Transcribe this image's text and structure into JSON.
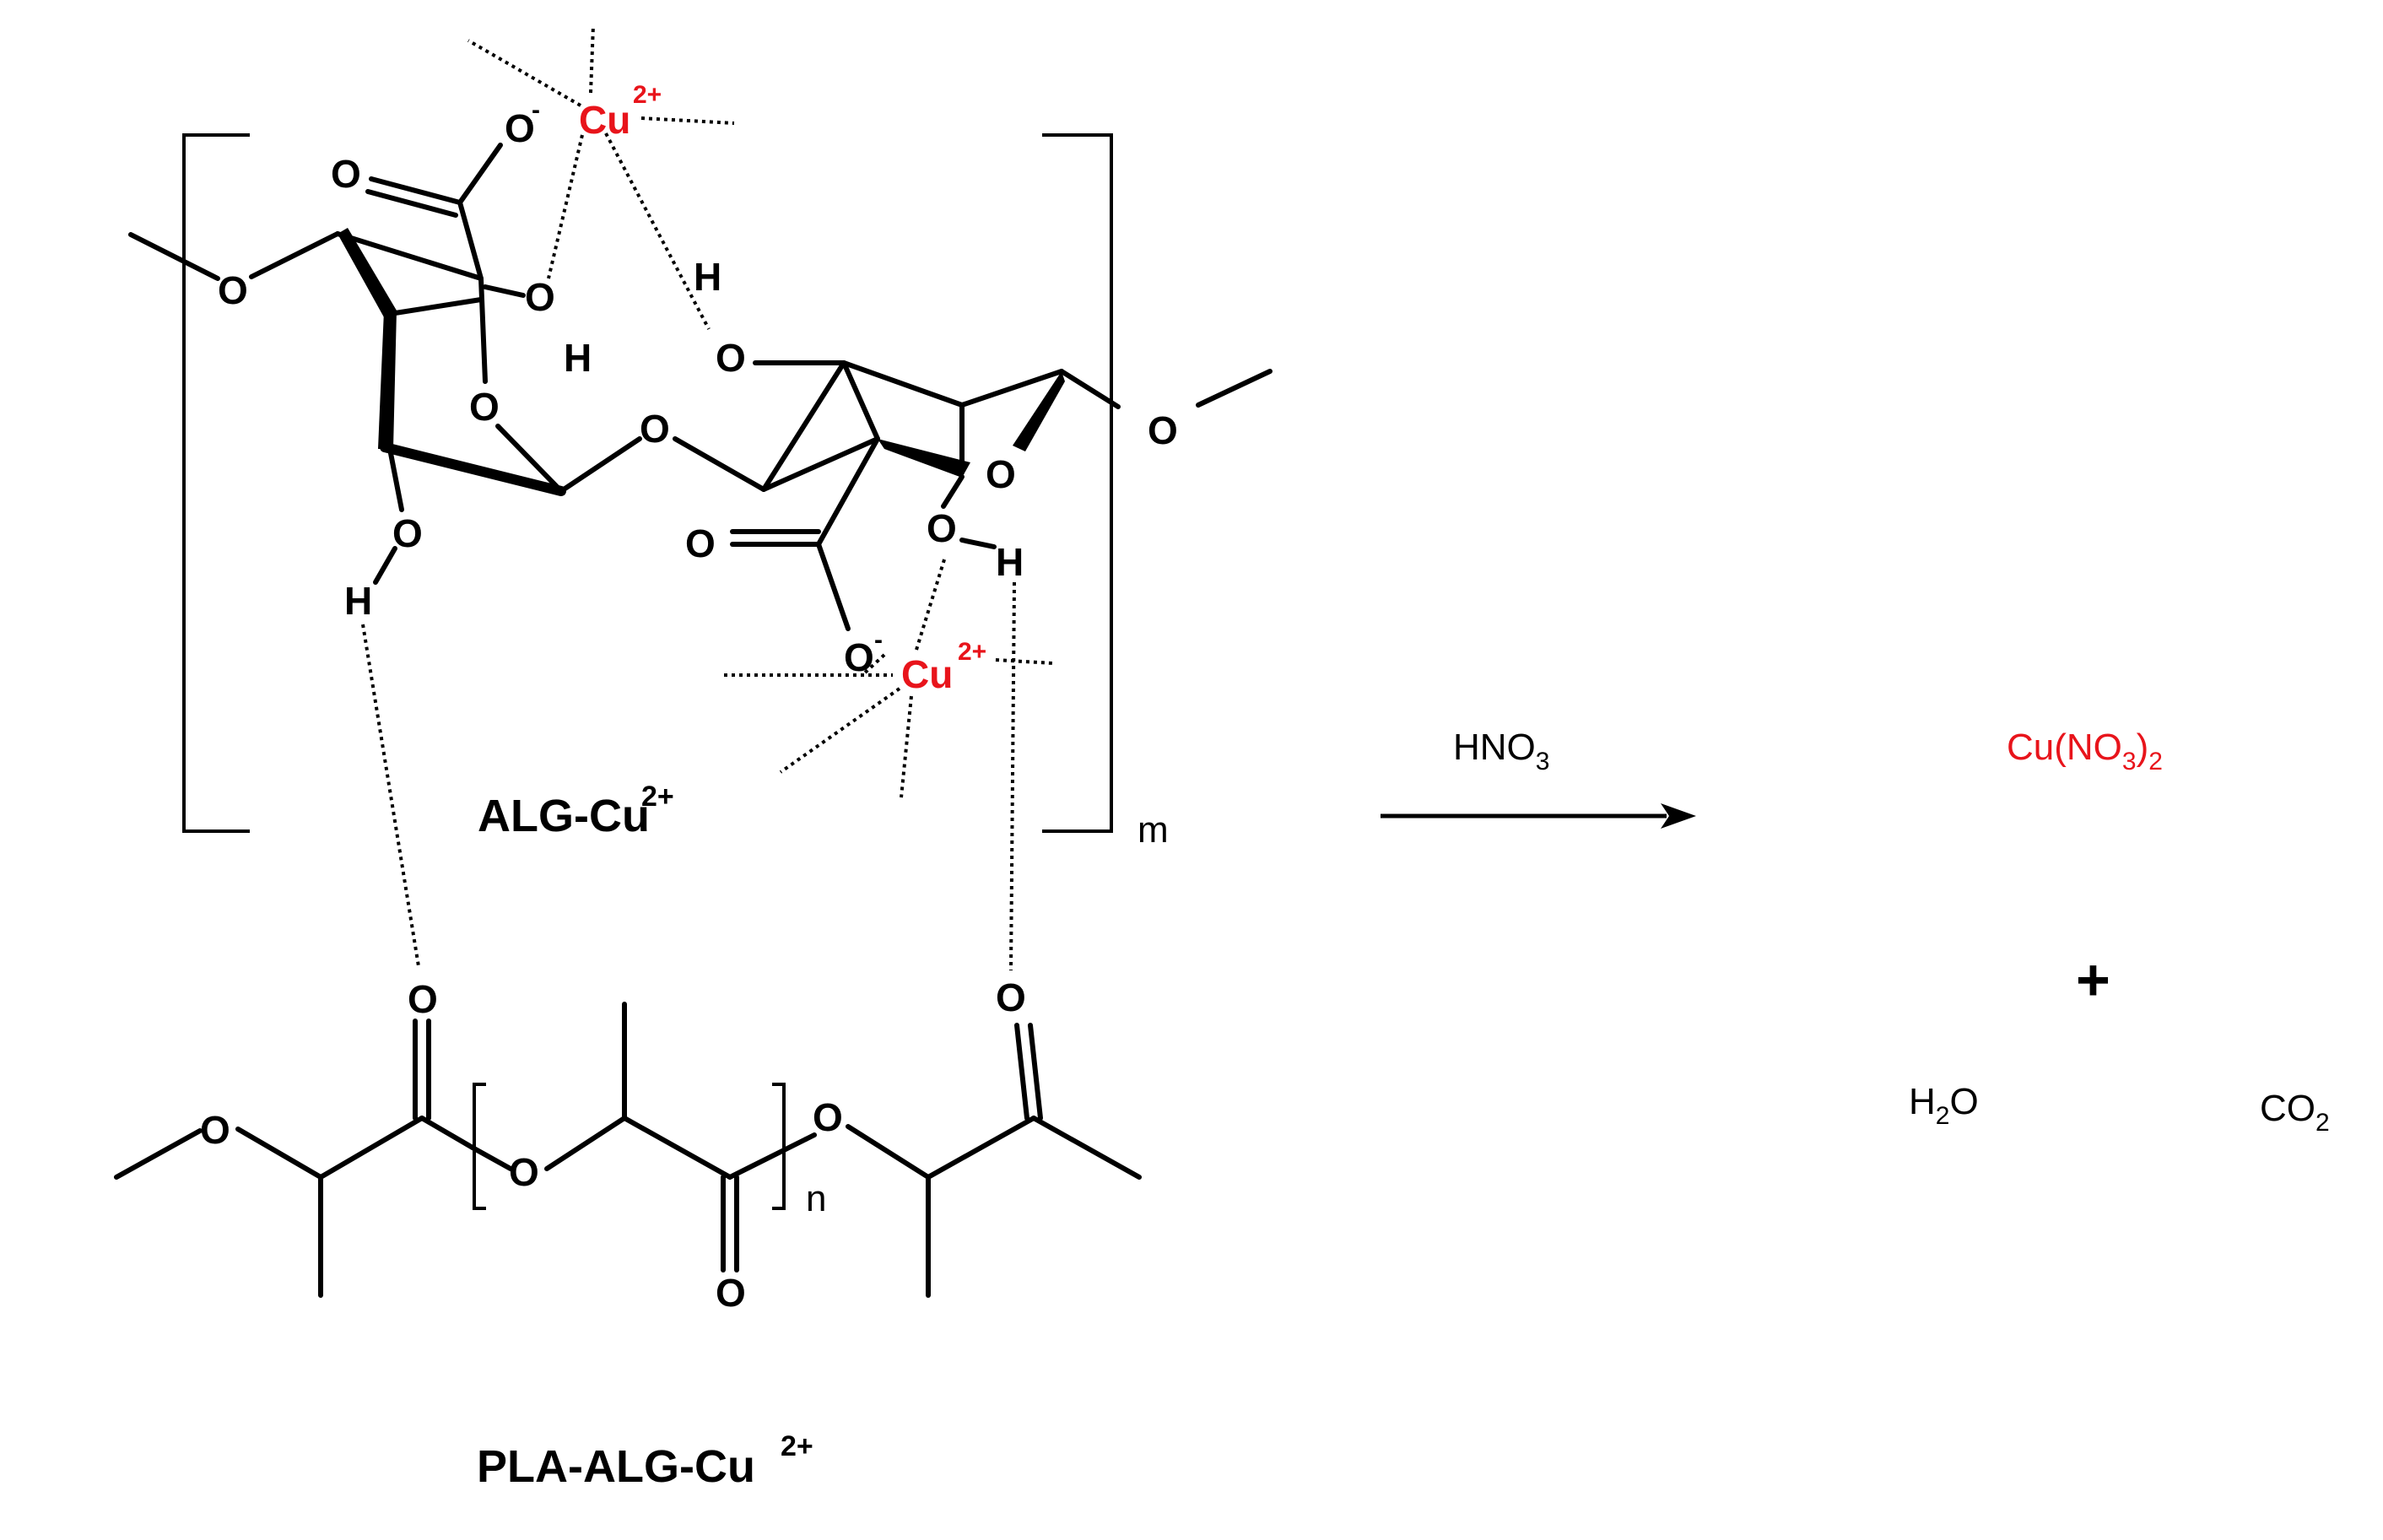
{
  "labels": {
    "alg_cu_main": "ALG-Cu",
    "alg_cu_sup": "2+",
    "pla_alg_cu_main": "PLA-ALG-Cu",
    "pla_alg_cu_sup": "2+",
    "repeat_m": "m",
    "repeat_n": "n"
  },
  "atoms": {
    "oxygen": "O",
    "hydrogen": "H",
    "copper": "Cu",
    "copper_charge": "2+",
    "anion_charge": "-"
  },
  "reaction": {
    "reagent_main": "HNO",
    "reagent_sub": "3",
    "product1_a": "Cu(NO",
    "product1_sub1": "3",
    "product1_b": ")",
    "product1_sub2": "2",
    "plus": "+",
    "water_a": "H",
    "water_sub": "2",
    "water_b": "O",
    "co2_a": "CO",
    "co2_sub": "2"
  },
  "colors": {
    "copper": "#e8141b",
    "bonds": "#000000",
    "background": "#ffffff"
  }
}
